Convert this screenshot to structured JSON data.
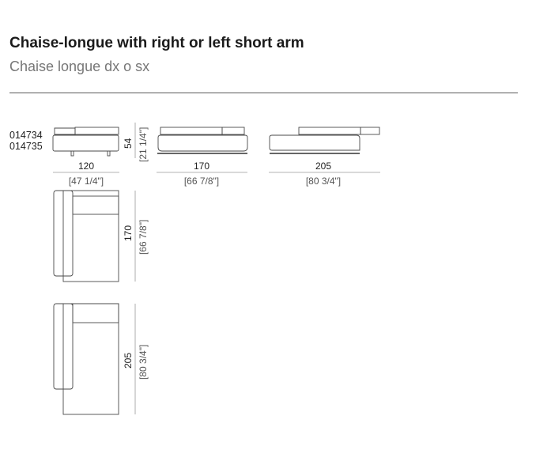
{
  "header": {
    "title": "Chaise-longue with right or left short arm",
    "subtitle": "Chaise longue dx o sx"
  },
  "codes": [
    "014734",
    "014735"
  ],
  "elevation": {
    "height_cm": "54",
    "height_in": "[21 1/4\"]"
  },
  "widths": [
    {
      "cm": "120",
      "in": "[47 1/4\"]"
    },
    {
      "cm": "170",
      "in": "[66 7/8\"]"
    },
    {
      "cm": "205",
      "in": "[80 3/4\"]"
    }
  ],
  "plans": [
    {
      "cm": "170",
      "in": "[66 7/8\"]"
    },
    {
      "cm": "205",
      "in": "[80 3/4\"]"
    }
  ]
}
